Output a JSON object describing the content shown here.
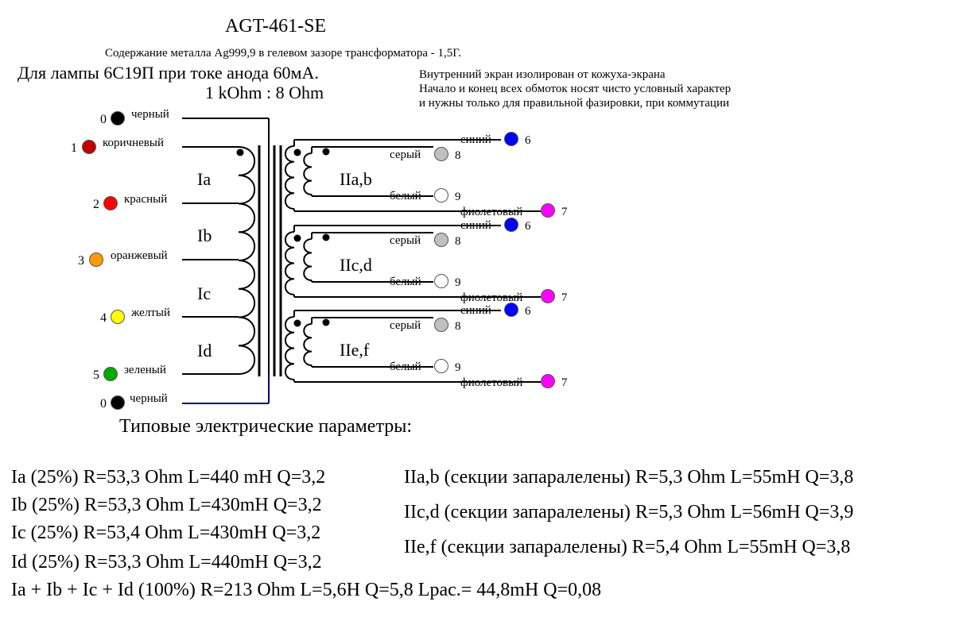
{
  "header": {
    "title": "AGT-461-SE",
    "subtitle": "Содержание металла Ag999,9 в гелевом зазоре трансформатора -   1,5Г.",
    "lamp": "Для лампы 6С19П при токе анода 60мА.",
    "ratio": "1 kOhm : 8 Ohm"
  },
  "notes": [
    "Внутренний экран изолирован от кожуха-экрана",
    "Начало и конец всех обмоток носят чисто условный характер",
    "и нужны только для правильной фазировки, при коммутации"
  ],
  "primary": {
    "taps": [
      {
        "num": "0",
        "label": "черный",
        "color": "#000000"
      },
      {
        "num": "1",
        "label": "коричневый",
        "color": "#c00000"
      },
      {
        "num": "2",
        "label": "красный",
        "color": "#ff0000"
      },
      {
        "num": "3",
        "label": "оранжевый",
        "color": "#ff9900"
      },
      {
        "num": "4",
        "label": "желтый",
        "color": "#ffff00"
      },
      {
        "num": "5",
        "label": "зеленый",
        "color": "#00aa00"
      },
      {
        "num": "0",
        "label": "черный",
        "color": "#000000"
      }
    ],
    "sections": [
      "Ia",
      "Ib",
      "Ic",
      "Id"
    ]
  },
  "secondary": {
    "groups": [
      {
        "name": "IIa,b",
        "leads": [
          {
            "label": "синий",
            "num": "6",
            "color": "#0000ff"
          },
          {
            "label": "серый",
            "num": "8",
            "color": "#c0c0c0"
          },
          {
            "label": "белый",
            "num": "9",
            "color": "#ffffff"
          },
          {
            "label": "фиолетовый",
            "num": "7",
            "color": "#ff00ff"
          }
        ]
      },
      {
        "name": "IIc,d",
        "leads": [
          {
            "label": "синий",
            "num": "6",
            "color": "#0000ff"
          },
          {
            "label": "серый",
            "num": "8",
            "color": "#c0c0c0"
          },
          {
            "label": "белый",
            "num": "9",
            "color": "#ffffff"
          },
          {
            "label": "фиолетовый",
            "num": "7",
            "color": "#ff00ff"
          }
        ]
      },
      {
        "name": "IIe,f",
        "leads": [
          {
            "label": "синий",
            "num": "6",
            "color": "#0000ff"
          },
          {
            "label": "серый",
            "num": "8",
            "color": "#c0c0c0"
          },
          {
            "label": "белый",
            "num": "9",
            "color": "#ffffff"
          },
          {
            "label": "фиолетовый",
            "num": "7",
            "color": "#ff00ff"
          }
        ]
      }
    ]
  },
  "params": {
    "title": "Типовые электрические параметры:",
    "left": [
      "Ia (25%) R=53,3 Ohm L=440 mH Q=3,2",
      "Ib (25%) R=53,3 Ohm L=430mH Q=3,2",
      "Ic (25%) R=53,4 Ohm L=430mH Q=3,2",
      "Id (25%) R=53,3 Ohm L=440mH Q=3,2"
    ],
    "right": [
      "IIa,b (секции запаралелены) R=5,3 Ohm L=55mH Q=3,8",
      "IIc,d (секции запаралелены) R=5,3 Ohm L=56mH Q=3,9",
      "IIe,f (секции запаралелены) R=5,4 Ohm L=55mH Q=3,8"
    ],
    "total": "Ia + Ib + Ic + Id (100%) R=213 Ohm L=5,6H Q=5,8 Lрас.= 44,8mH Q=0,08"
  },
  "lead_blue_color": "#000080"
}
